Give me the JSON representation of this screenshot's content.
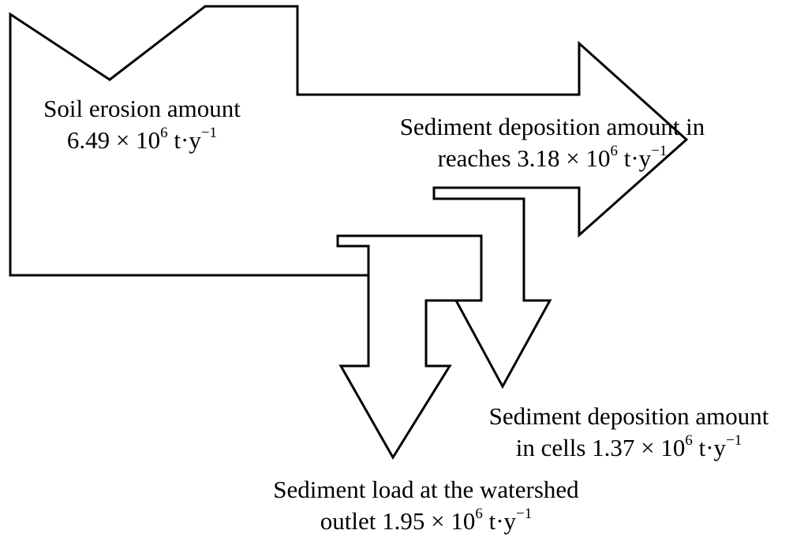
{
  "diagram": {
    "soil_erosion": {
      "title": "Soil erosion amount",
      "value": "6.49 × 10",
      "exp": "6",
      "unit": " t·y",
      "unit_exp": "−1"
    },
    "reach_deposition": {
      "line1": "Sediment deposition amount in",
      "value_prefix": "reaches 3.18 × 10",
      "exp": "6",
      "unit": " t·y",
      "unit_exp": "−1"
    },
    "cell_deposition": {
      "line1": "Sediment deposition amount",
      "value_prefix": "in cells 1.37 × 10",
      "exp": "6",
      "unit": " t·y",
      "unit_exp": "−1"
    },
    "outlet_load": {
      "line1": "Sediment load at the watershed",
      "value_prefix": "outlet 1.95 × 10",
      "exp": "6",
      "unit": " t·y",
      "unit_exp": "−1"
    }
  }
}
